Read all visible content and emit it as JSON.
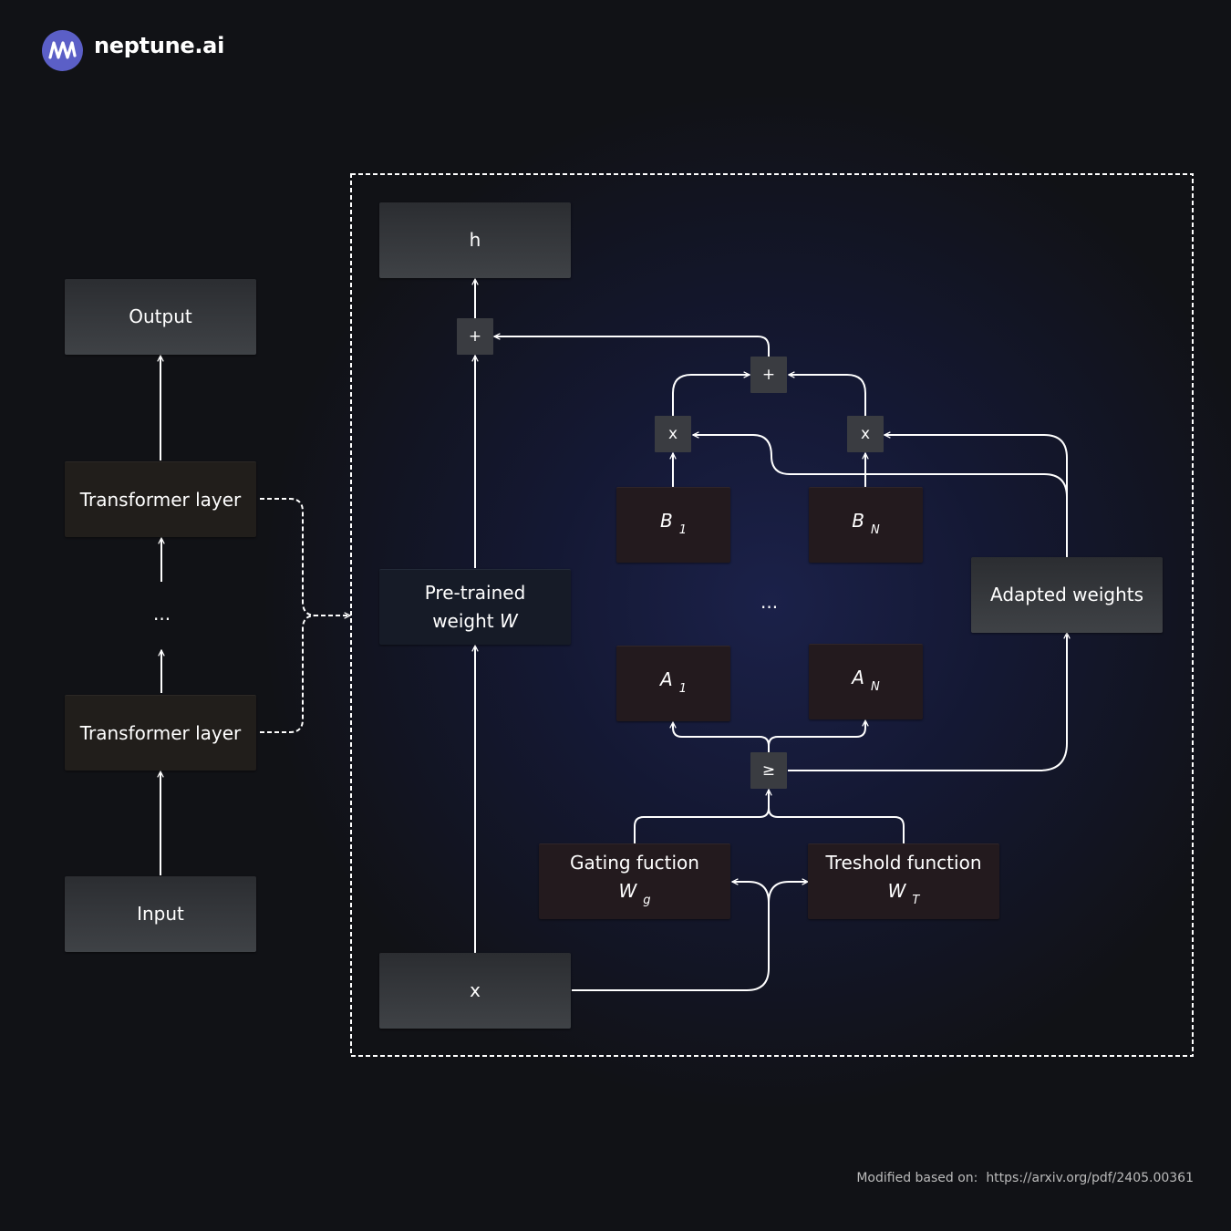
{
  "brand": {
    "name": "neptune.ai",
    "icon": "neptune-logo-icon",
    "accent_color": "#5b5fc7"
  },
  "left_stack": {
    "output": "Output",
    "layer_top": "Transformer layer",
    "ellipsis": "...",
    "layer_bottom": "Transformer layer",
    "input": "Input"
  },
  "module": {
    "h": "h",
    "plus_top": "+",
    "plus_mid": "+",
    "mult_left": "x",
    "mult_right": "x",
    "pretrained_line1": "Pre-trained",
    "pretrained_line2": "weight ",
    "pretrained_var": "W",
    "b1_var": "B",
    "b1_sub": "1",
    "bn_var": "B",
    "bn_sub": "N",
    "middle_dots": "...",
    "a1_var": "A",
    "a1_sub": "1",
    "an_var": "A",
    "an_sub": "N",
    "adapted_weights": "Adapted weights",
    "compare": "≥",
    "gating_label": "Gating fuction",
    "gating_var": "W",
    "gating_sub": "g",
    "threshold_label": "Treshold function",
    "threshold_var": "W",
    "threshold_sub": "T",
    "x": "x"
  },
  "footer": {
    "source_label": "Modified based on:",
    "source_url": "https://arxiv.org/pdf/2405.00361"
  }
}
